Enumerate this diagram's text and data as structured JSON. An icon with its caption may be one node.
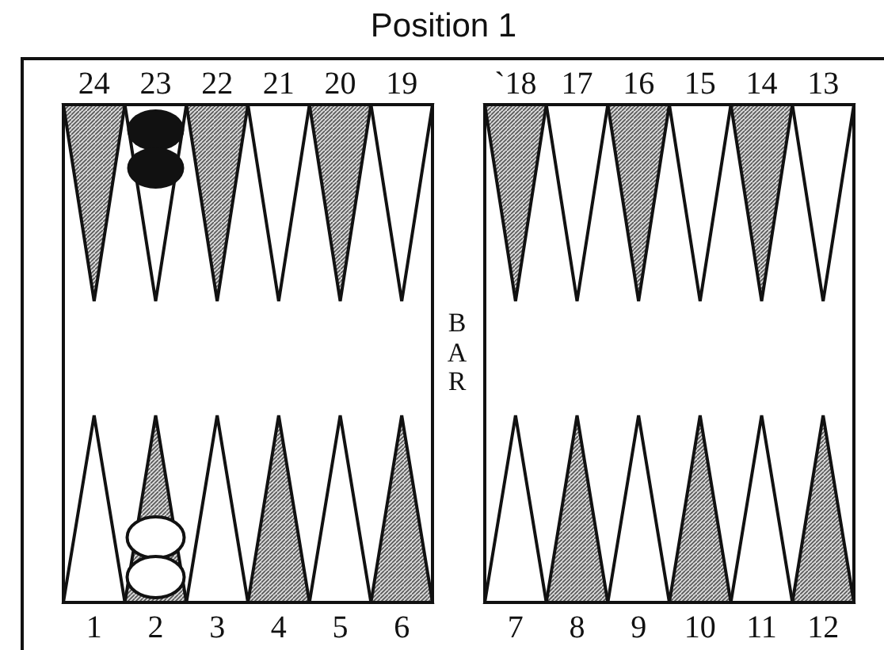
{
  "diagram": {
    "title": "Position 1",
    "labels": [
      "24",
      "23",
      "22",
      "21",
      "20",
      "19",
      "`18",
      "17",
      "16",
      "15",
      "14",
      "13",
      "BAR",
      "1",
      "2",
      "3",
      "4",
      "5",
      "6",
      "7",
      "8",
      "9",
      "10",
      "11",
      "12"
    ]
  }
}
